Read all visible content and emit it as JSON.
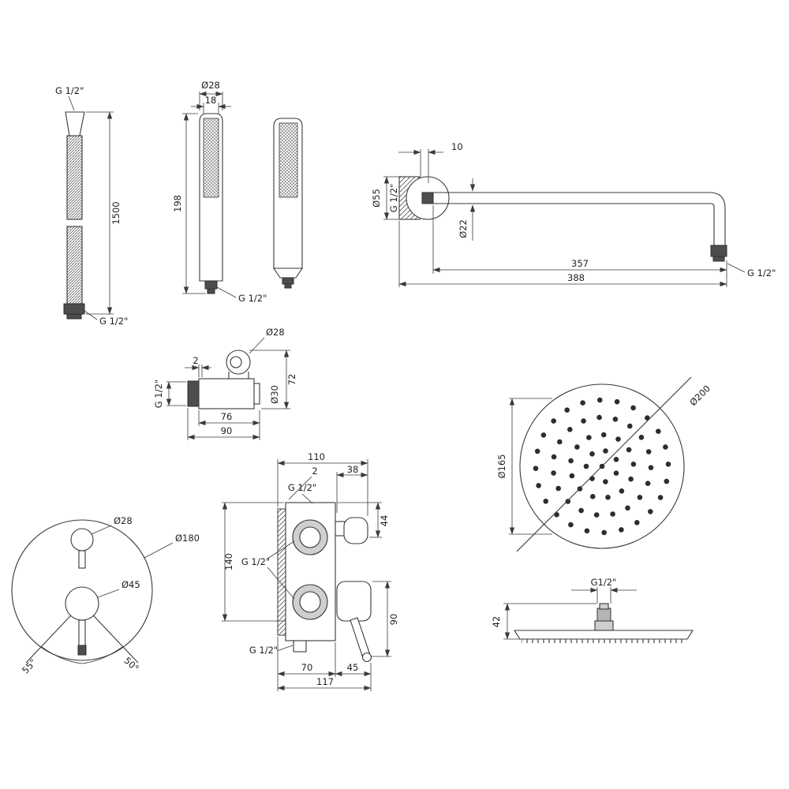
{
  "hose": {
    "thread_top": "G 1/2\"",
    "length": "1500",
    "thread_bottom": "G 1/2\""
  },
  "handshower": {
    "dia": "Ø28",
    "face_width": "18",
    "height": "198",
    "thread": "G 1/2\""
  },
  "arm": {
    "flange_depth": "10",
    "flange_dia": "Ø55",
    "thread_wall": "G 1/2\"",
    "tube_dia": "Ø22",
    "length_inner": "357",
    "length_total": "388",
    "thread_end": "G 1/2\""
  },
  "outlet": {
    "dia_holder": "Ø28",
    "gap": "2",
    "thread": "G 1/2\"",
    "height": "72",
    "dia_body": "Ø30",
    "length_body": "76",
    "length_total": "90"
  },
  "head_top": {
    "dia_outer": "Ø200",
    "dia_spray": "Ø165"
  },
  "trim": {
    "dia_spout": "Ø28",
    "dia_plate": "Ø180",
    "dia_handle": "Ø45",
    "angle_left": "55°",
    "angle_right": "50°"
  },
  "mixer": {
    "width_top": "110",
    "gap": "2",
    "offset_right": "38",
    "thread_top": "G 1/2\"",
    "height_right_top": "44",
    "height_left": "140",
    "thread_left": "G 1/2\"",
    "height_right_bottom": "90",
    "thread_bottom": "G 1/2\"",
    "width_left": "70",
    "width_right": "45",
    "width_total": "117"
  },
  "head_side": {
    "thread": "G1/2\"",
    "height": "42"
  }
}
